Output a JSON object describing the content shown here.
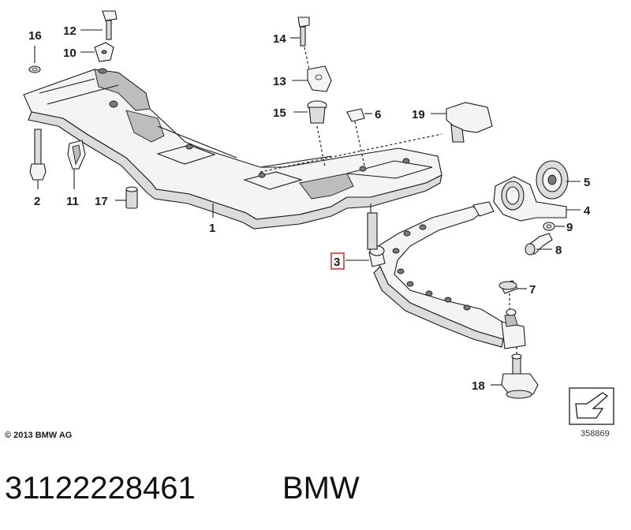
{
  "callouts": [
    {
      "id": "c1",
      "text": "1"
    },
    {
      "id": "c2",
      "text": "2"
    },
    {
      "id": "c3",
      "text": "3",
      "highlighted": true
    },
    {
      "id": "c4",
      "text": "4"
    },
    {
      "id": "c5",
      "text": "5"
    },
    {
      "id": "c6",
      "text": "6"
    },
    {
      "id": "c7",
      "text": "7"
    },
    {
      "id": "c8",
      "text": "8"
    },
    {
      "id": "c9",
      "text": "9"
    },
    {
      "id": "c10",
      "text": "10"
    },
    {
      "id": "c11",
      "text": "11"
    },
    {
      "id": "c12",
      "text": "12"
    },
    {
      "id": "c13",
      "text": "13"
    },
    {
      "id": "c14",
      "text": "14"
    },
    {
      "id": "c15",
      "text": "15"
    },
    {
      "id": "c16",
      "text": "16"
    },
    {
      "id": "c17",
      "text": "17"
    },
    {
      "id": "c18",
      "text": "18"
    },
    {
      "id": "c19",
      "text": "19"
    }
  ],
  "copyright": "© 2013 BMW AG",
  "diagram_number": "358869",
  "footer": {
    "part_number": "31122228461",
    "brand": "BMW"
  },
  "colors": {
    "line": "#1a1a1a",
    "highlight": "#d23a3a",
    "fill": "#f4f4f4"
  }
}
